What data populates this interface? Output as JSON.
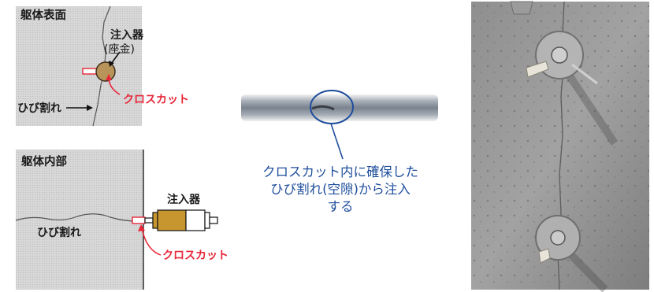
{
  "top_panel": {
    "surface_label": "躯体表面",
    "injector_label": "注入器",
    "seat_label": "(座金)",
    "crack_label": "ひび割れ",
    "crosscut_label": "クロスカット"
  },
  "bottom_panel": {
    "interior_label": "躯体内部",
    "injector_label": "注入器",
    "crack_label": "ひび割れ",
    "crosscut_label": "クロスカット"
  },
  "middle_caption": {
    "line1": "クロスカット内に確保した",
    "line2": "ひび割れ(空隙)から注入",
    "line3": "する"
  },
  "colors": {
    "concrete_grey": "#d4d4d4",
    "accent_red": "#e8273a",
    "accent_blue": "#1f4e9c",
    "syringe_gold": "#c8962e",
    "injector_seat": "#b8935a"
  }
}
